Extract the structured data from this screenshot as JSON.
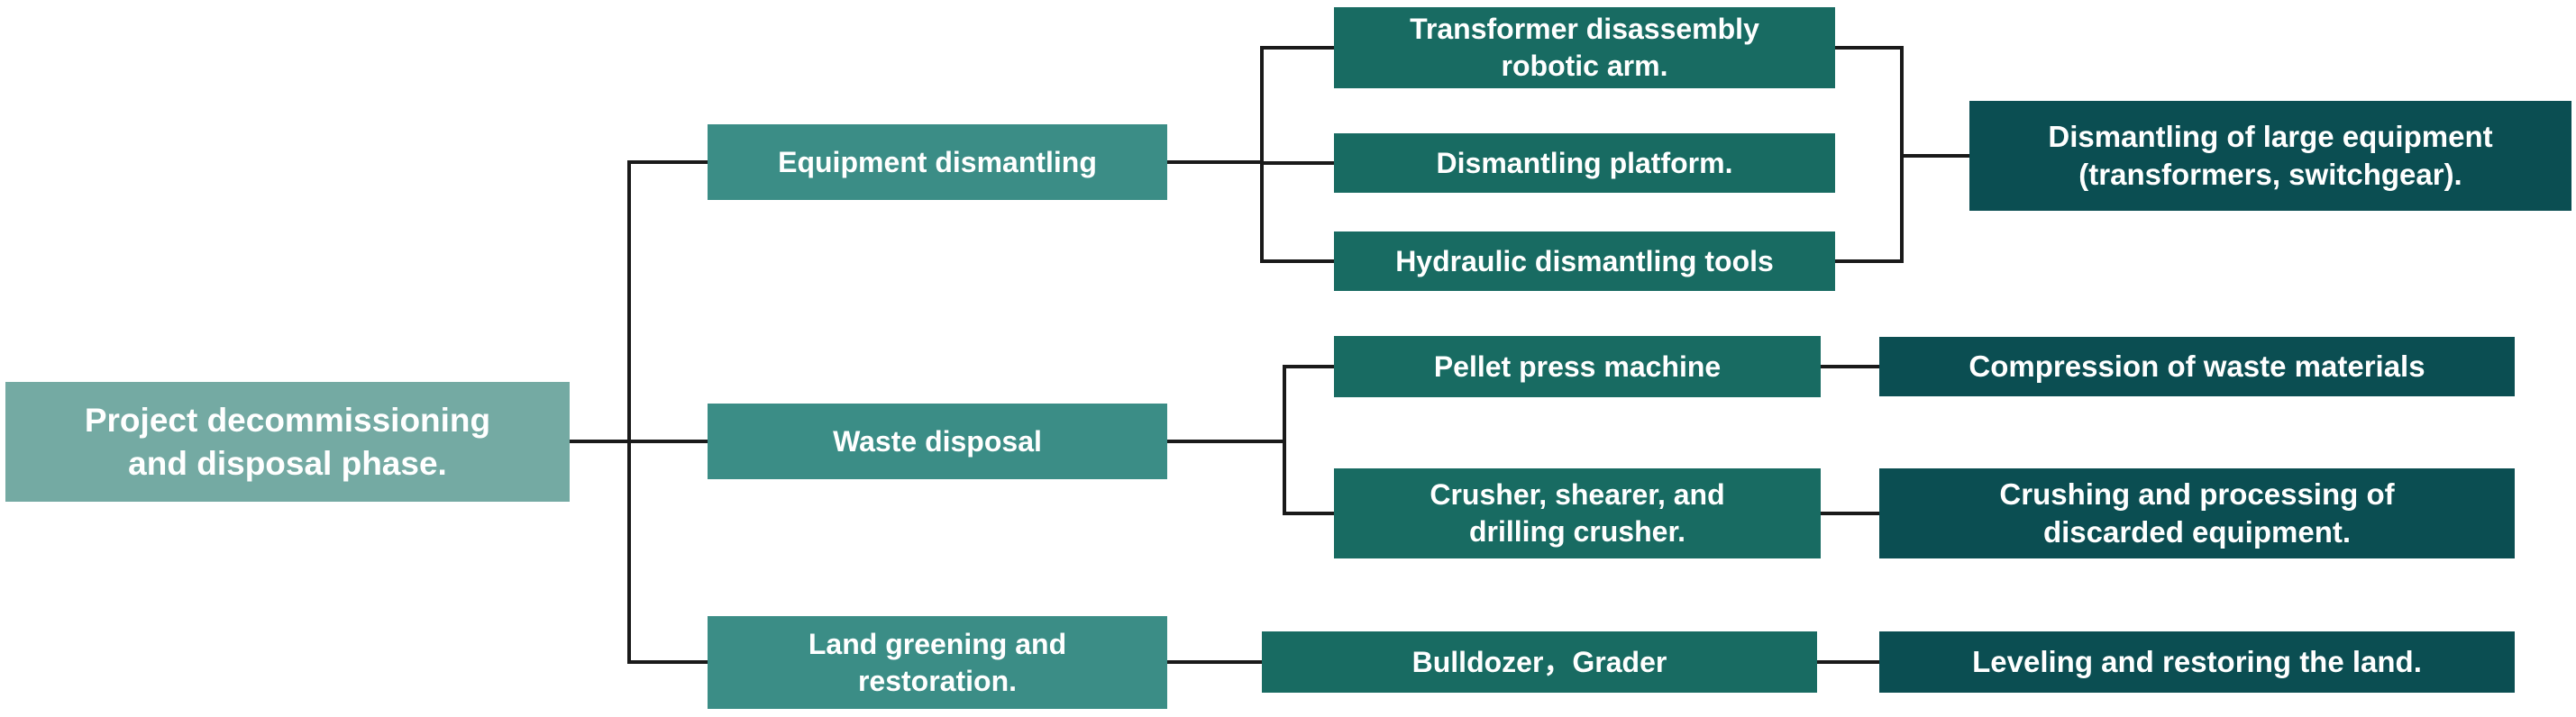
{
  "diagram": {
    "type": "flowchart",
    "title": "Project decommissioning and disposal phase",
    "colors": {
      "root_box": "#74aaa3",
      "branch_box": "#3b8d86",
      "tool_box": "#186b62",
      "outcome_box": "#0b4e52",
      "connector": "#1a1a1a",
      "text": "#ffffff"
    },
    "root": {
      "label": "Project decommissioning\nand disposal phase."
    },
    "branches": [
      {
        "label": "Equipment dismantling",
        "tools": [
          "Transformer disassembly\nrobotic arm.",
          "Dismantling platform.",
          "Hydraulic dismantling tools"
        ],
        "outcomes": [
          "Dismantling of large equipment\n(transformers, switchgear)."
        ]
      },
      {
        "label": "Waste disposal",
        "tools": [
          "Pellet press machine",
          "Crusher, shearer, and\ndrilling crusher."
        ],
        "outcomes": [
          "Compression of waste materials",
          "Crushing and processing of\ndiscarded equipment."
        ]
      },
      {
        "label": "Land greening and\nrestoration.",
        "tools": [
          "Bulldozer，Grader"
        ],
        "outcomes": [
          "Leveling and restoring the land."
        ]
      }
    ]
  }
}
